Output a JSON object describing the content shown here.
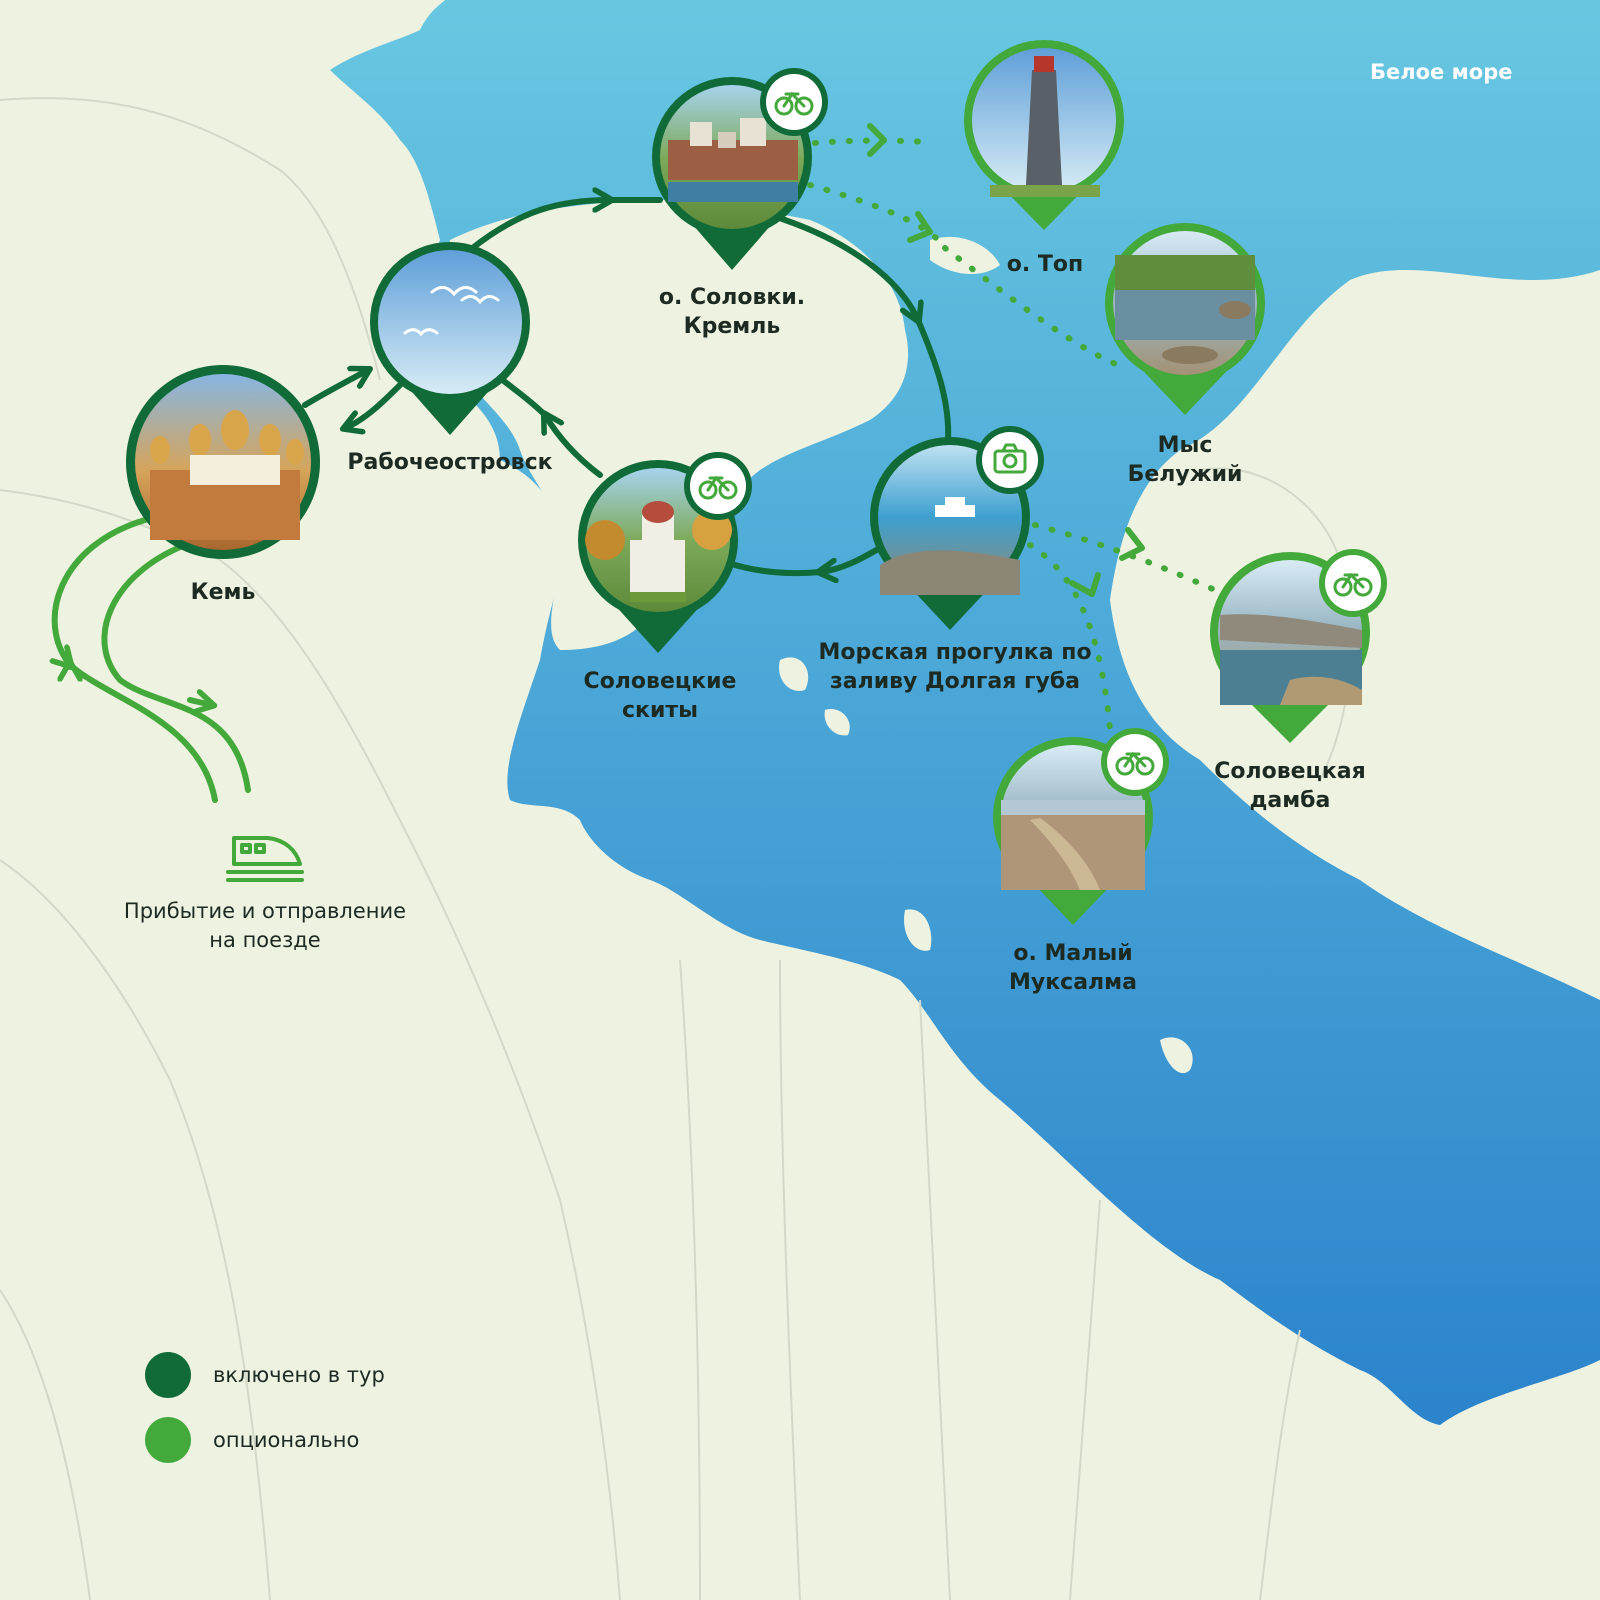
{
  "sea_label": "Белое море",
  "stops": {
    "kem": "Кемь",
    "rabocheostrovsk": "Рабочеостровск",
    "kremlin": "о. Соловки.\nКремль",
    "skity": "Соловецкие\nскиты",
    "boat_trip": "Морская прогулка по\nзаливу Долгая губа",
    "top": "о. Топ",
    "beluzhiy": "Мыс\nБелужий",
    "damba": "Соловецкая\nдамба",
    "muksalma": "о. Малый\nМуксалма"
  },
  "train": {
    "label": "Прибытие и отправление\nна поезде",
    "icon": "train-icon"
  },
  "icons": {
    "optional_badge": "bicycle-icon",
    "photo_badge": "camera-icon"
  },
  "legend": {
    "included": "включено в тур",
    "optional": "опционально"
  },
  "colors": {
    "included": "#116b38",
    "optional": "#43a93a",
    "sea_top": "#68c7e1",
    "sea_bottom": "#2b84cc",
    "land": "#eef2e1"
  }
}
